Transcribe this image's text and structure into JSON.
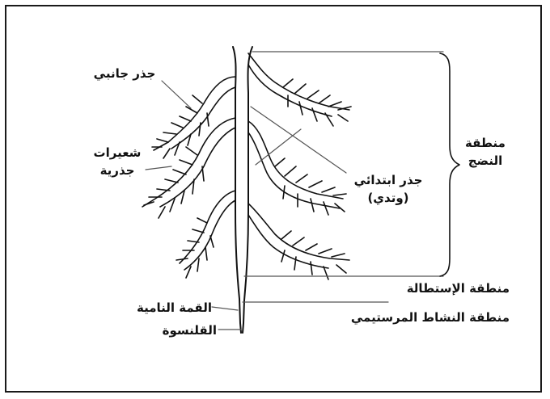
{
  "labels": {
    "lateral_root": "جذر جانبي",
    "root_hairs": [
      "شعيرات",
      "جذرية"
    ],
    "primary_root": [
      "جذر ابتدائي",
      "(وتدي)"
    ],
    "maturation_zone": [
      "منطقة",
      "النضج"
    ],
    "elongation_zone": "منطقة الإستطالة",
    "meristematic_zone": "منطقة النشاط المرستيمي",
    "growing_tip": "القمة النامية",
    "root_cap": "القلنسوة"
  }
}
